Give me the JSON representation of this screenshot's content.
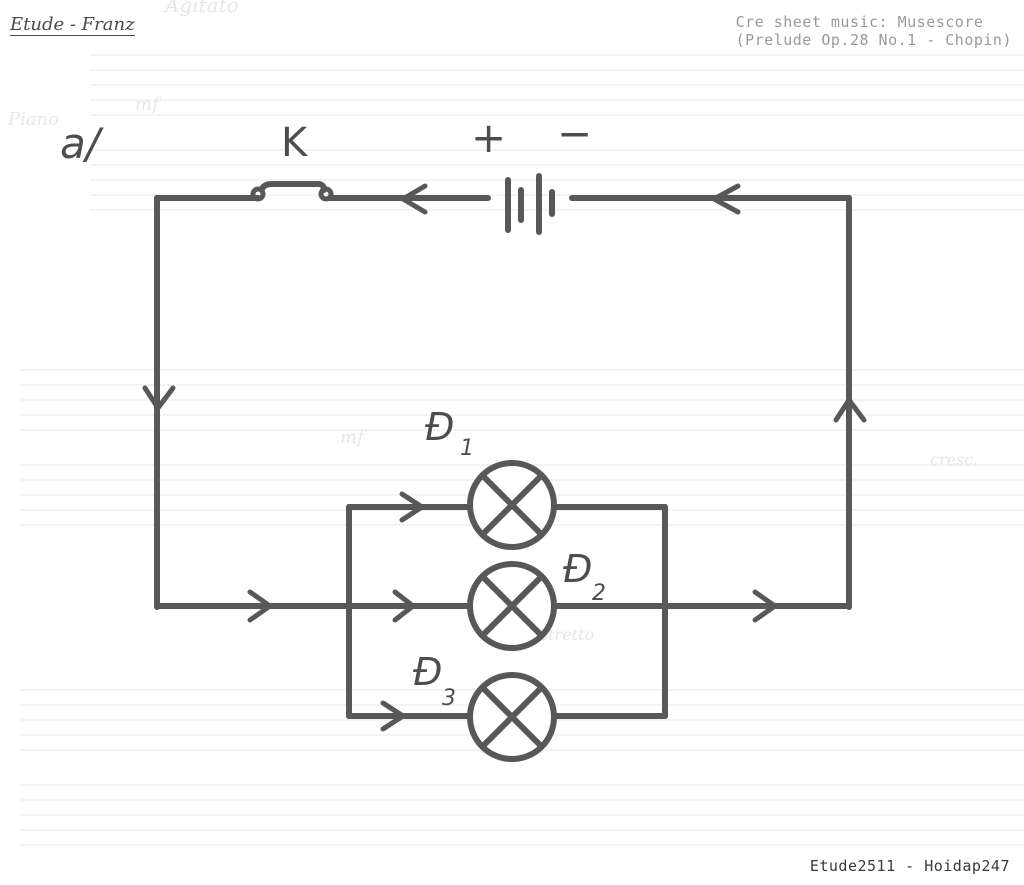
{
  "header": {
    "author_tag": "Etude - Franz"
  },
  "credit": {
    "line1": "Cre sheet music: Musescore",
    "line2": "(Prelude Op.28 No.1 - Chopin)"
  },
  "footer": {
    "signature": "Etude2511 - Hoidap247"
  },
  "diagram": {
    "part_label": "a/",
    "switch_label": "K",
    "battery_plus": "+",
    "battery_minus": "−",
    "lamps": [
      {
        "letter": "Đ",
        "index": "1"
      },
      {
        "letter": "Đ",
        "index": "2"
      },
      {
        "letter": "Đ",
        "index": "3"
      }
    ]
  },
  "watermark": {
    "tempo": "Agitato",
    "instrument": "Piano",
    "dynamics": [
      "mf",
      "mf",
      "cresc.",
      "stretto"
    ]
  },
  "colors": {
    "ink": "#585858",
    "watermark": "#e6e6e6",
    "credit": "#9a9a9a"
  }
}
